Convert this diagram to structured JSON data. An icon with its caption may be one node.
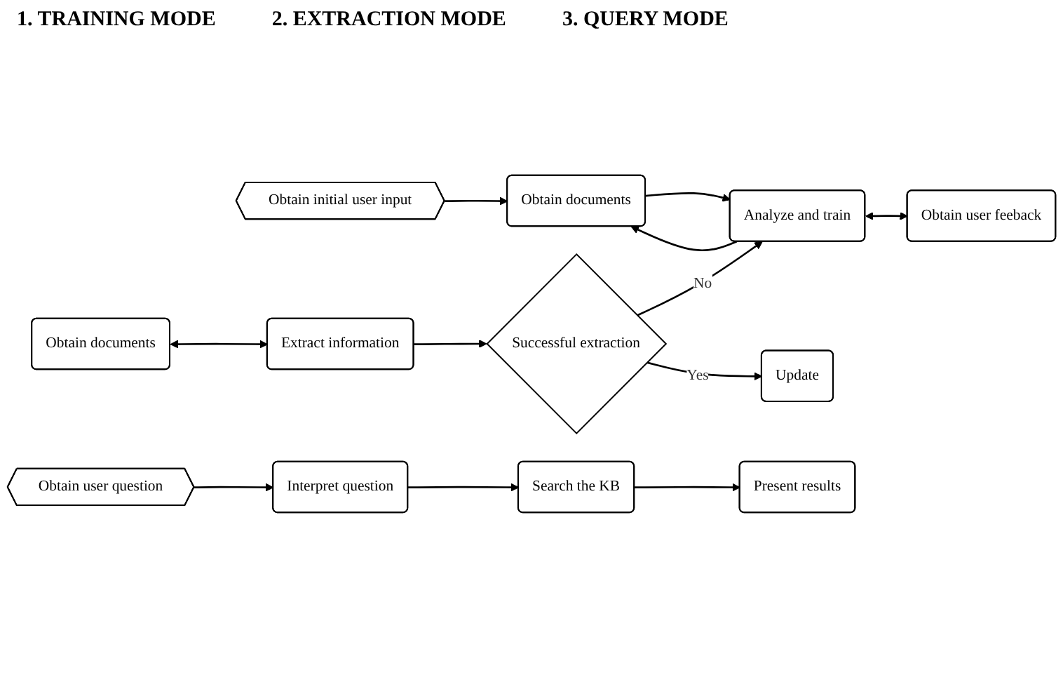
{
  "diagram": {
    "nodes": [
      {
        "text": [
          "Obtain initial user input"
        ]
      },
      {
        "text": [
          "Obtain documents"
        ]
      },
      {
        "text": [
          "Analyze and train"
        ]
      },
      {
        "text": [
          "Obtain user feeback"
        ]
      },
      {
        "text": [
          "Obtain documents"
        ]
      },
      {
        "text": [
          "Extract information"
        ]
      },
      {
        "text": [
          "Successful extraction"
        ]
      },
      {
        "text": [
          "Update"
        ]
      },
      {
        "text": [
          "Obtain user question"
        ]
      },
      {
        "text": [
          "Interpret question"
        ]
      },
      {
        "text": [
          "Search the KB"
        ]
      },
      {
        "text": [
          "Present results"
        ]
      }
    ],
    "edges": [
      {
        "from": 0,
        "to": 1,
        "arrow": "to"
      },
      {
        "from": 1,
        "to": 2,
        "arrow": "to"
      },
      {
        "from": 2,
        "to": 3,
        "arrow": "both"
      },
      {
        "from": 2,
        "to": 1,
        "arrow": "to"
      },
      {
        "from": 4,
        "to": 5,
        "arrow": "both"
      },
      {
        "from": 5,
        "to": 6,
        "arrow": "to"
      },
      {
        "from": 6,
        "to": 2,
        "arrow": "to",
        "label": "No"
      },
      {
        "from": 6,
        "to": 7,
        "arrow": "to",
        "label": "Yes"
      },
      {
        "from": 8,
        "to": 9,
        "arrow": "to"
      },
      {
        "from": 9,
        "to": 10,
        "arrow": "to"
      },
      {
        "from": 10,
        "to": 11,
        "arrow": "to"
      }
    ],
    "labels": [
      "1. TRAINING MODE",
      "2. EXTRACTION MODE",
      "3. QUERY MODE"
    ]
  }
}
